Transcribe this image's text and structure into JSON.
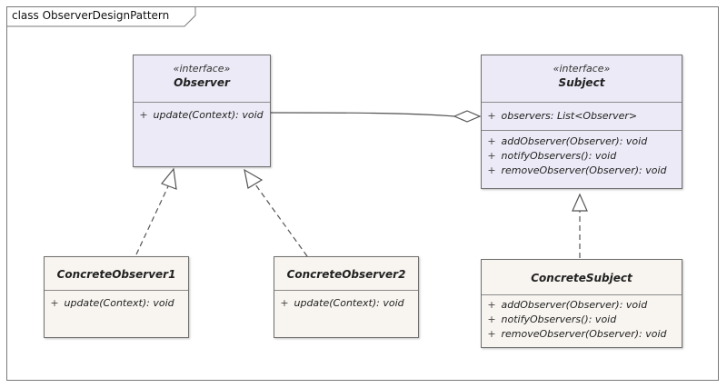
{
  "frame": {
    "title": "class ObserverDesignPattern"
  },
  "classes": {
    "observer": {
      "stereotype": "«interface»",
      "name": "Observer",
      "operations": [
        {
          "visibility": "+",
          "text": "update(Context): void"
        }
      ]
    },
    "subject": {
      "stereotype": "«interface»",
      "name": "Subject",
      "attributes": [
        {
          "visibility": "+",
          "text": "observers: List<Observer>"
        }
      ],
      "operations": [
        {
          "visibility": "+",
          "text": "addObserver(Observer): void"
        },
        {
          "visibility": "+",
          "text": "notifyObservers(): void"
        },
        {
          "visibility": "+",
          "text": "removeObserver(Observer): void"
        }
      ]
    },
    "concrete_observer1": {
      "name": "ConcreteObserver1",
      "operations": [
        {
          "visibility": "+",
          "text": "update(Context): void"
        }
      ]
    },
    "concrete_observer2": {
      "name": "ConcreteObserver2",
      "operations": [
        {
          "visibility": "+",
          "text": "update(Context): void"
        }
      ]
    },
    "concrete_subject": {
      "name": "ConcreteSubject",
      "operations": [
        {
          "visibility": "+",
          "text": "addObserver(Observer): void"
        },
        {
          "visibility": "+",
          "text": "notifyObservers(): void"
        },
        {
          "visibility": "+",
          "text": "removeObserver(Observer): void"
        }
      ]
    }
  },
  "colors": {
    "interface_fill": "#eceaf6",
    "class_fill": "#f8f5f0",
    "line": "#555555"
  }
}
